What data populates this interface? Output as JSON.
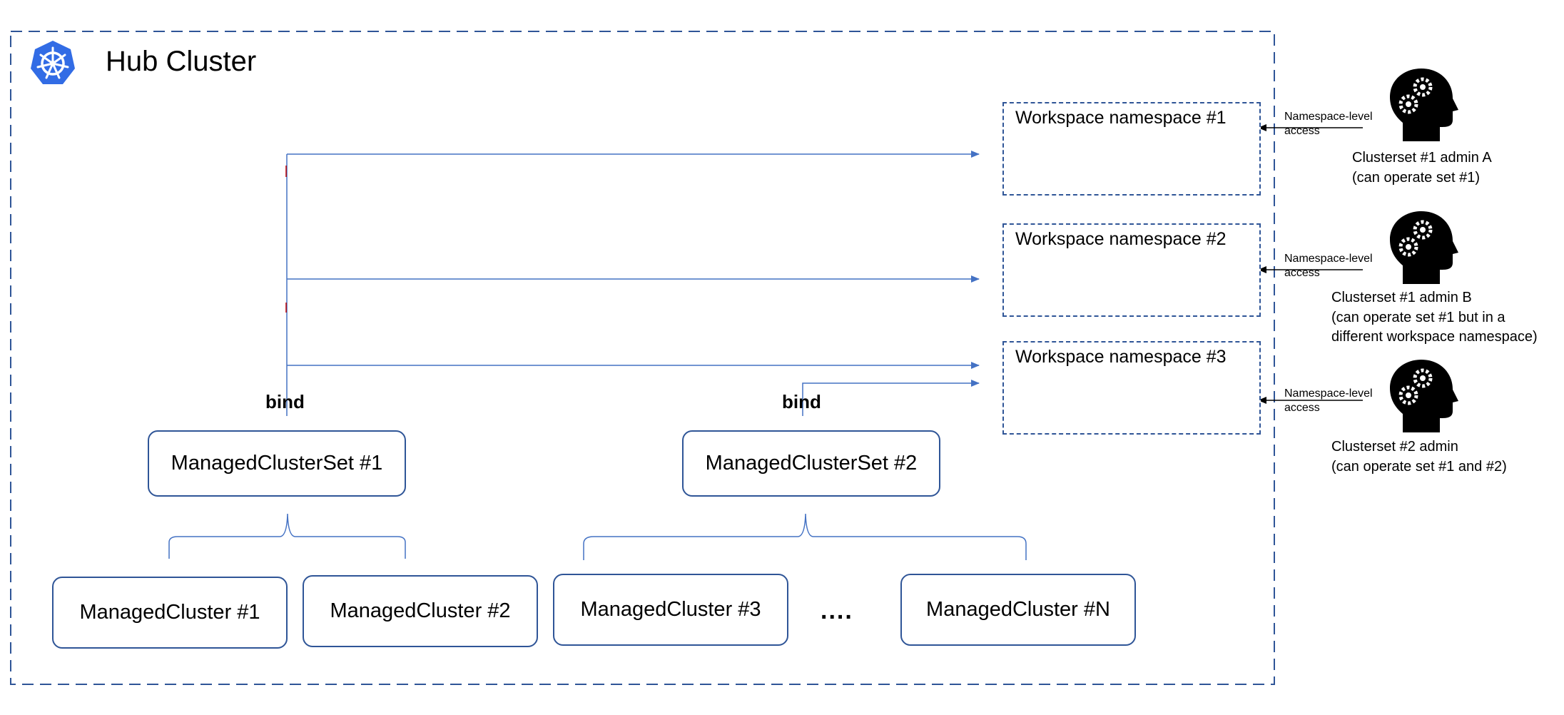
{
  "hub": {
    "title": "Hub Cluster",
    "icon": "kubernetes-icon",
    "accent": "#326ce5"
  },
  "colors": {
    "line": "#4472c4",
    "border": "#2f5597"
  },
  "bind_label": "bind",
  "clustersets": [
    {
      "label": "ManagedClusterSet #1"
    },
    {
      "label": "ManagedClusterSet #2"
    }
  ],
  "clusters": [
    {
      "label": "ManagedCluster #1"
    },
    {
      "label": "ManagedCluster #2"
    },
    {
      "label": "ManagedCluster #3"
    },
    {
      "label": "ManagedCluster #N"
    }
  ],
  "ellipsis": "....",
  "namespaces": [
    {
      "label": "Workspace namespace #1"
    },
    {
      "label": "Workspace namespace #2"
    },
    {
      "label": "Workspace namespace #3"
    }
  ],
  "access": {
    "line1": "Namespace-level",
    "line2": "access"
  },
  "admins": [
    {
      "lines": [
        "Clusterset #1 admin A",
        "(can operate set #1)"
      ],
      "icon": "head-gears-icon"
    },
    {
      "lines": [
        "Clusterset #1 admin B",
        "(can operate set #1 but in a",
        "different workspace namespace)"
      ],
      "icon": "head-gears-icon"
    },
    {
      "lines": [
        "Clusterset #2 admin",
        "(can operate set #1 and #2)"
      ],
      "icon": "head-gears-icon"
    }
  ]
}
